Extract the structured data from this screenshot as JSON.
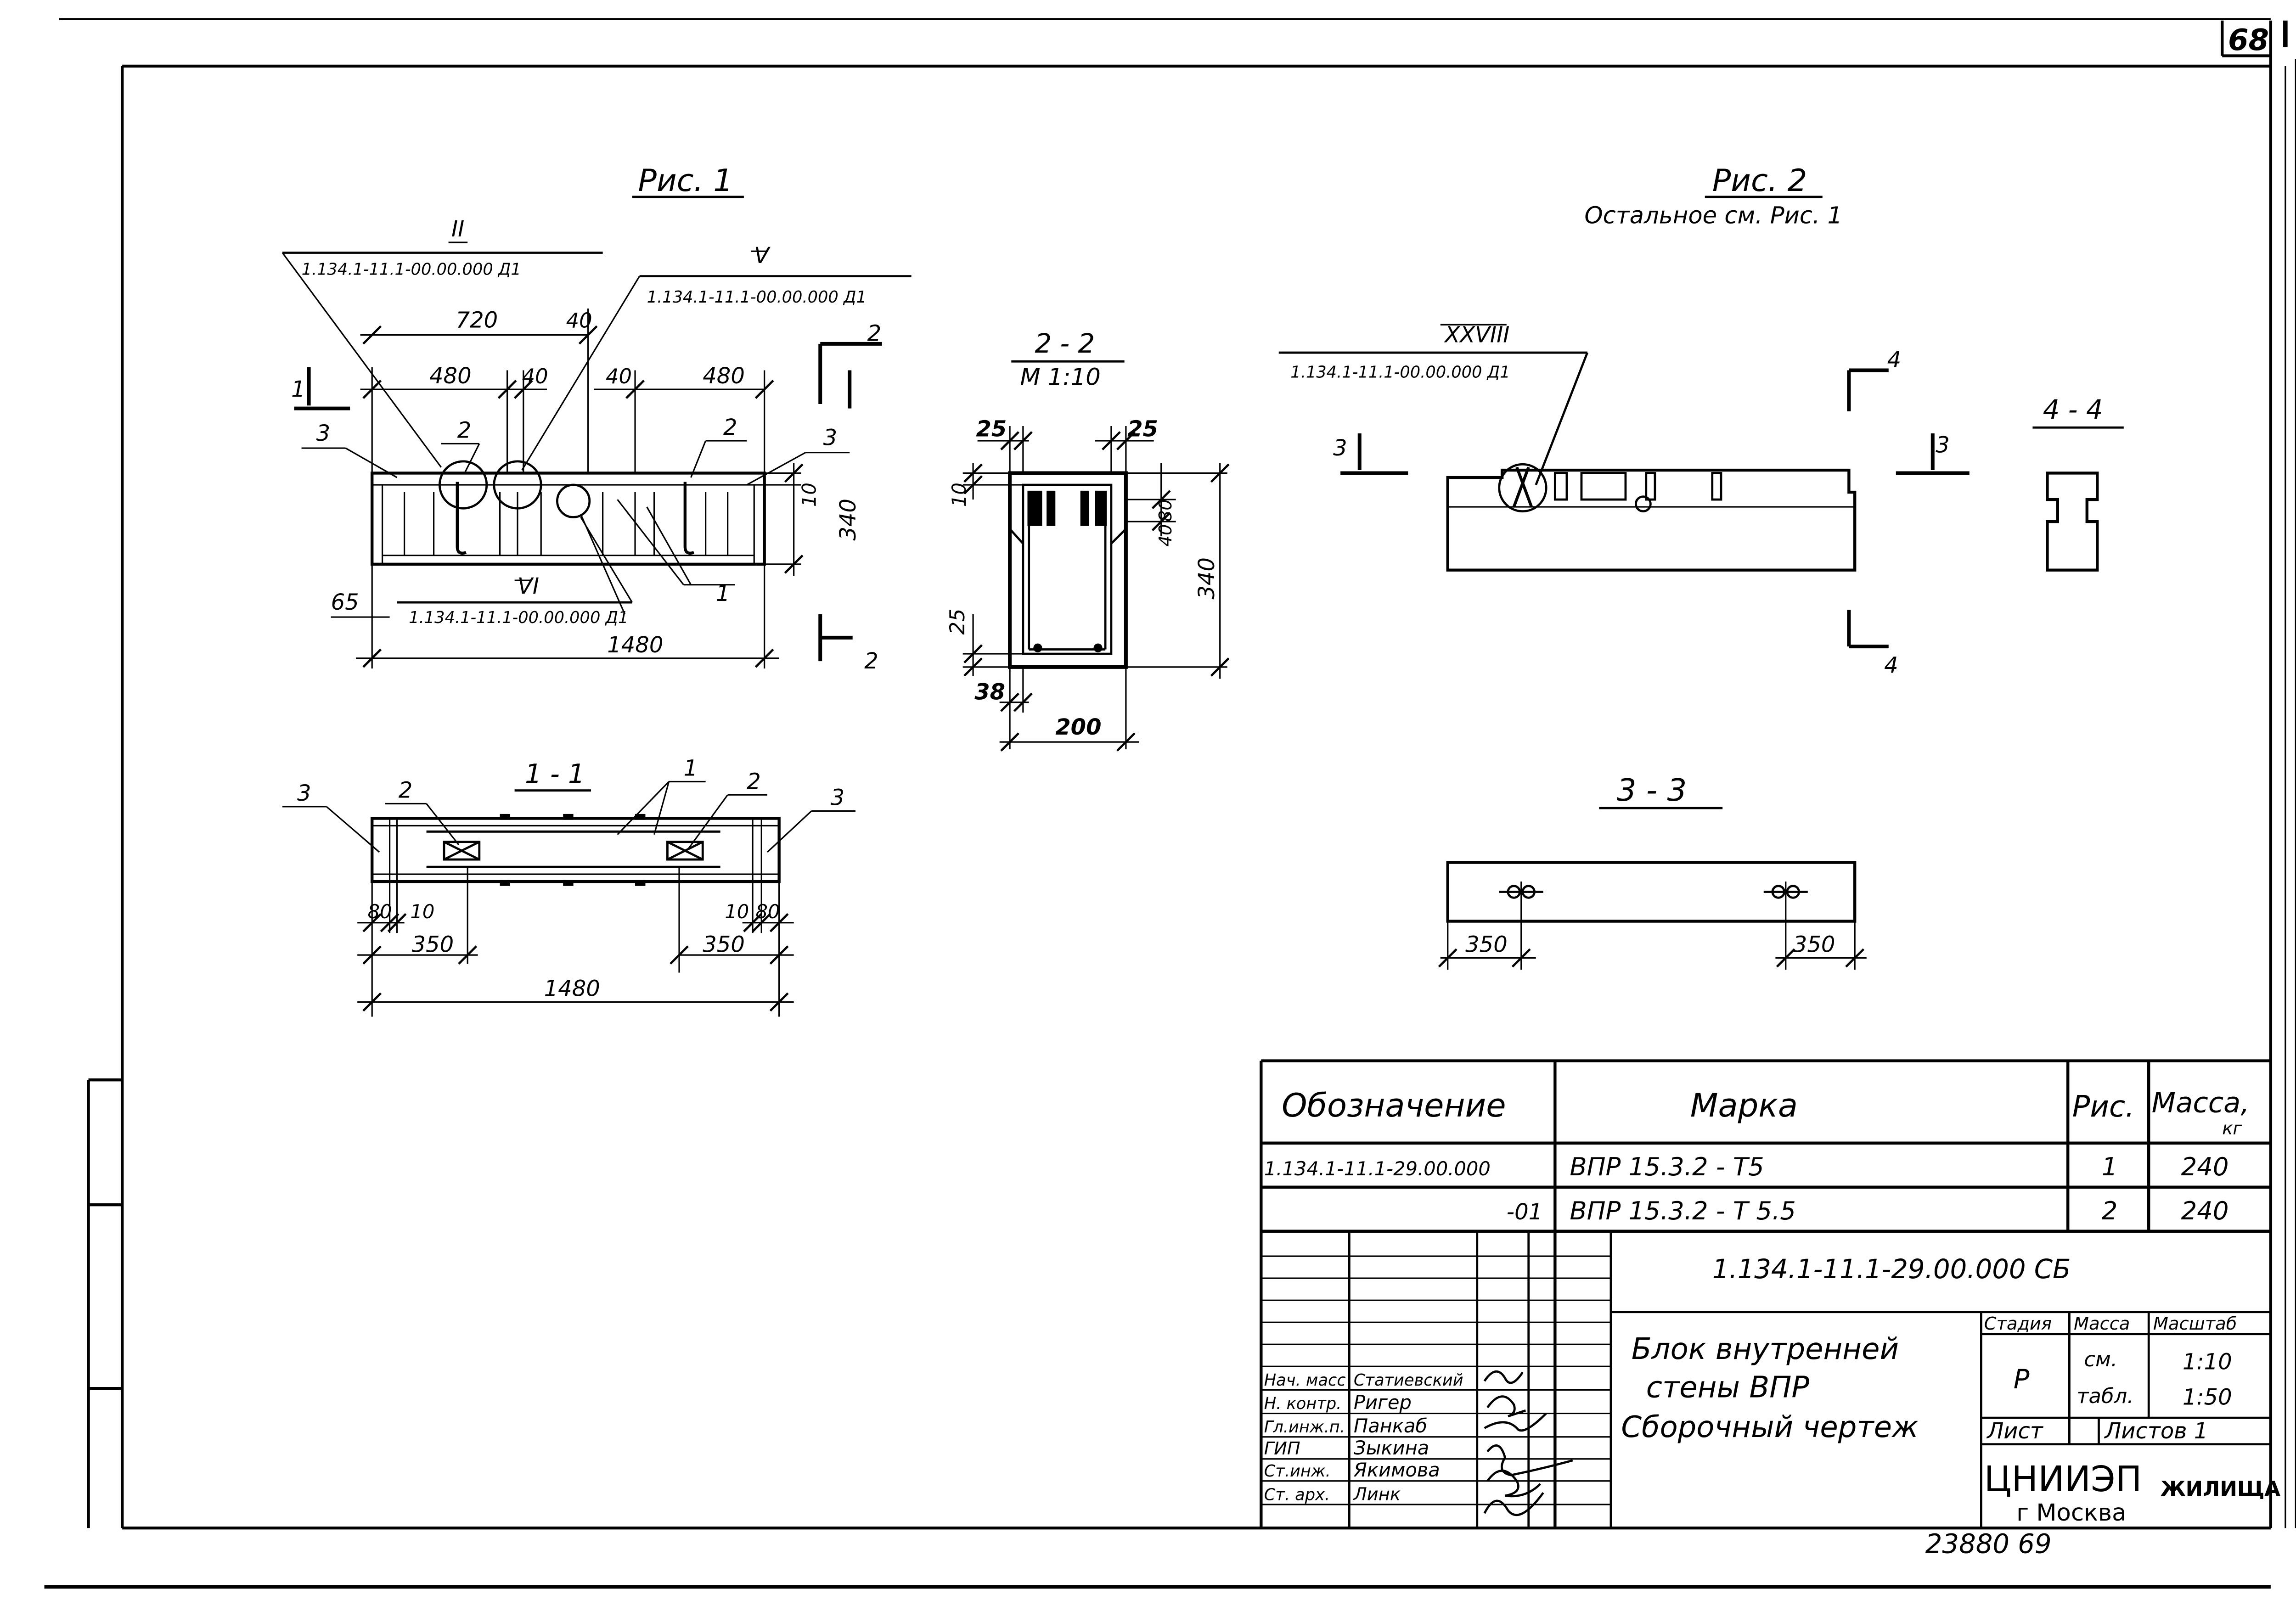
{
  "sheet": {
    "page_number": "68",
    "bottom_code": "23880  69"
  },
  "fig1": {
    "title": "Рис. 1",
    "callouts": {
      "c1_num": "II",
      "c1_ref": "1.134.1-11.1-00.00.000 Д1",
      "c2_num": "V",
      "c2_ref": "1.134.1-11.1-00.00.000 Д1",
      "c3_num": "VI",
      "c3_ref": "1.134.1-11.1-00.00.000 Д1"
    },
    "dims": {
      "d720": "720",
      "d40a": "40",
      "d480a": "480",
      "d40b": "40",
      "d40c": "40",
      "d480b": "480",
      "d10": "10",
      "d340": "340",
      "d65": "65",
      "d1480": "1480"
    },
    "marks": {
      "p2a": "2",
      "p2b": "2",
      "p3a": "3",
      "p3b": "3",
      "p1": "1"
    },
    "sections": {
      "s1": "1",
      "s2a": "2",
      "s2b": "2"
    }
  },
  "sec22": {
    "title": "2 - 2",
    "scale": "М 1:10",
    "dims": {
      "d25a": "25",
      "d25b": "25",
      "d10": "10",
      "d40": "40",
      "d80": "80",
      "d340": "340",
      "d25c": "25",
      "d38": "38",
      "d200": "200"
    }
  },
  "sec11": {
    "title": "1 - 1",
    "dims": {
      "d80a": "80",
      "d10a": "10",
      "d350a": "350",
      "d10b": "10",
      "d80b": "80",
      "d350b": "350",
      "d1480": "1480"
    },
    "marks": {
      "p3a": "3",
      "p2a": "2",
      "p1": "1",
      "p2b": "2",
      "p3b": "3"
    }
  },
  "fig2": {
    "title": "Рис. 2",
    "subtitle": "Остальное см. Рис. 1",
    "callout_num": "XXVIII",
    "callout_ref": "1.134.1-11.1-00.00.000 Д1",
    "sections": {
      "s3a": "3",
      "s3b": "3",
      "s4a": "4",
      "s4b": "4"
    }
  },
  "sec44": {
    "title": "4 - 4"
  },
  "sec33": {
    "title": "3 - 3",
    "dims": {
      "d350a": "350",
      "d350b": "350"
    }
  },
  "spec": {
    "headers": {
      "designation": "Обозначение",
      "mark": "Марка",
      "fig": "Рис.",
      "mass": "Масса,",
      "mass_unit": "кг"
    },
    "rows": [
      {
        "designation": "1.134.1-11.1-29.00.000",
        "mark": "ВПР 15.3.2 - Т5",
        "fig": "1",
        "mass": "240"
      },
      {
        "designation": "-01",
        "mark": "ВПР 15.3.2 - Т 5.5",
        "fig": "2",
        "mass": "240"
      }
    ]
  },
  "stamp": {
    "doc_code": "1.134.1-11.1-29.00.000 СБ",
    "title_line1": "Блок внутренней",
    "title_line2": "стены  ВПР",
    "title_line3": "Сборочный чертеж",
    "stage_label": "Стадия",
    "mass_label": "Масса",
    "scale_label": "Масштаб",
    "stage": "Р",
    "mass_value1": "см.",
    "mass_value2": "табл.",
    "scale1": "1:10",
    "scale2": "1:50",
    "sheet_label": "Лист",
    "sheets_label": "Листов 1",
    "org1": "ЦНИИЭП",
    "org2": "ЖИЛИЩА",
    "org3": "г Москва",
    "people": [
      {
        "role": "Нач. масс",
        "name": "Статиевский"
      },
      {
        "role": "Н. контр.",
        "name": "Ригер"
      },
      {
        "role": "Гл.инж.п.",
        "name": "Панкаб"
      },
      {
        "role": "ГИП",
        "name": "Зыкина"
      },
      {
        "role": "Ст.инж.",
        "name": "Якимова"
      },
      {
        "role": "Ст. арх.",
        "name": "Линк"
      }
    ]
  }
}
